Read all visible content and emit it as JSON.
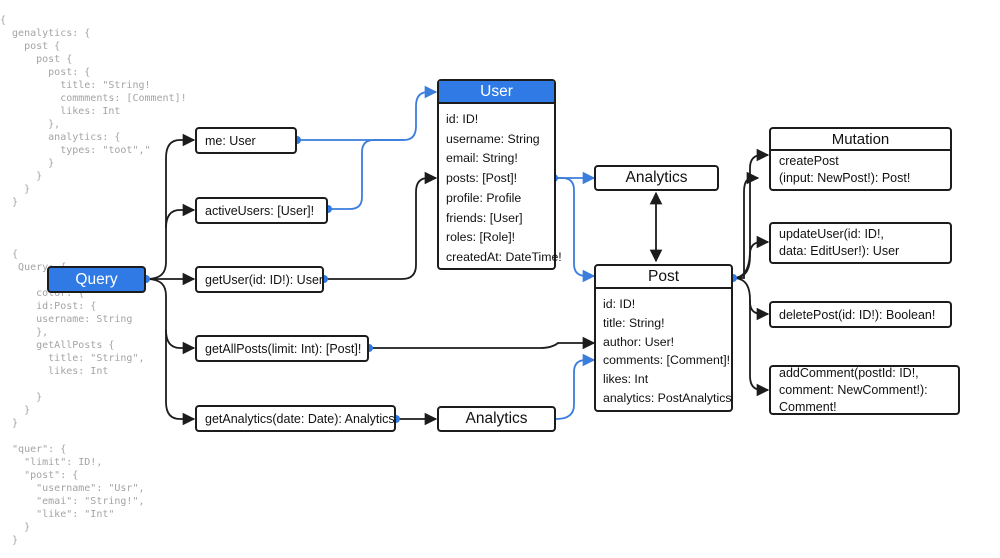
{
  "code_background": {
    "lines": [
      "{",
      "  genalytics: {",
      "    post {",
      "      post {",
      "        post: {",
      "          title: \"String!",
      "          commments: [Comment]!",
      "          likes: Int",
      "        },",
      "        analytics: {",
      "          types: \"toot\",\"",
      "        }",
      "      }",
      "    }",
      "  }",
      "",
      "",
      "",
      "  {",
      "   Query: {",
      "",
      "      color: {",
      "      id:Post: {",
      "      username: String",
      "      },",
      "      getAllPosts {",
      "        title: \"String\",",
      "        likes: Int",
      "",
      "      }",
      "    }",
      "  }",
      "",
      "  \"quer\": {",
      "    \"limit\": ID!,",
      "    \"post\": {",
      "      \"username\": \"Usr\",",
      "      \"emai\": \"String!\",",
      "      \"like\": \"Int\"",
      "    }",
      "  }"
    ]
  },
  "nodes": {
    "query": {
      "label": "Query"
    },
    "me": {
      "label": "me: User"
    },
    "active_users": {
      "label": "activeUsers: [User]!"
    },
    "get_user": {
      "label": "getUser(id: ID!): User"
    },
    "get_all_posts": {
      "label": "getAllPosts(limit: Int): [Post]!"
    },
    "get_analytics": {
      "label": "getAnalytics(date: Date): Analytics"
    },
    "analytics_bottom": {
      "label": "Analytics"
    },
    "analytics_top": {
      "label": "Analytics"
    },
    "user": {
      "title": "User",
      "fields": [
        "id: ID!",
        "username: String",
        "email: String!",
        "posts: [Post]!",
        "profile: Profile",
        "friends: [User]",
        "roles: [Role]!",
        "createdAt: DateTime!"
      ]
    },
    "post": {
      "title": "Post",
      "fields": [
        "id: ID!",
        "title: String!",
        "author: User!",
        "comments: [Comment]!",
        "likes: Int",
        "analytics: PostAnalytics"
      ]
    },
    "mutation": {
      "title": "Mutation",
      "create_post": [
        "createPost",
        "(input: NewPost!): Post!"
      ],
      "update_user": [
        "updateUser(id: ID!,",
        "data: EditUser!): User"
      ],
      "delete_post": "deletePost(id: ID!): Boolean!",
      "add_comment": [
        "addComment(postId: ID!,",
        "comment: NewComment!):",
        "Comment!"
      ]
    }
  },
  "colors": {
    "accent_blue": "#2f7ae5",
    "link_blue": "#3b7ddd",
    "outline": "#1c1c1c",
    "code_gray": "#a4a4a4"
  }
}
